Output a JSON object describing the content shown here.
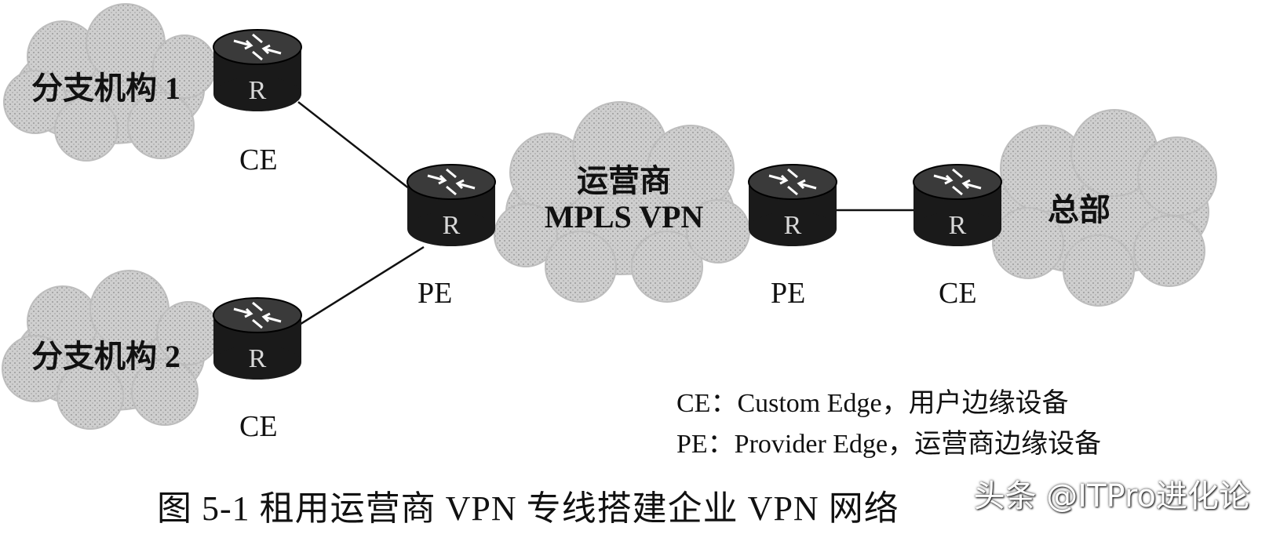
{
  "clouds": {
    "branch1": "分支机构 1",
    "branch2": "分支机构 2",
    "carrier_line1": "运营商",
    "carrier_line2": "MPLS VPN",
    "hq": "总部"
  },
  "router_glyph": "R",
  "labels": {
    "ce_branch1": "CE",
    "ce_branch2": "CE",
    "pe_left": "PE",
    "pe_right": "PE",
    "ce_hq": "CE"
  },
  "legend": {
    "ce": "CE：Custom Edge，用户边缘设备",
    "pe": "PE：Provider Edge，运营商边缘设备"
  },
  "caption": "图 5-1   租用运营商 VPN 专线搭建企业 VPN 网络",
  "watermark": "头条 @ITPro进化论",
  "colors": {
    "cloud": "#c8c8c8",
    "router": "#1a1a1a",
    "line": "#111111"
  }
}
